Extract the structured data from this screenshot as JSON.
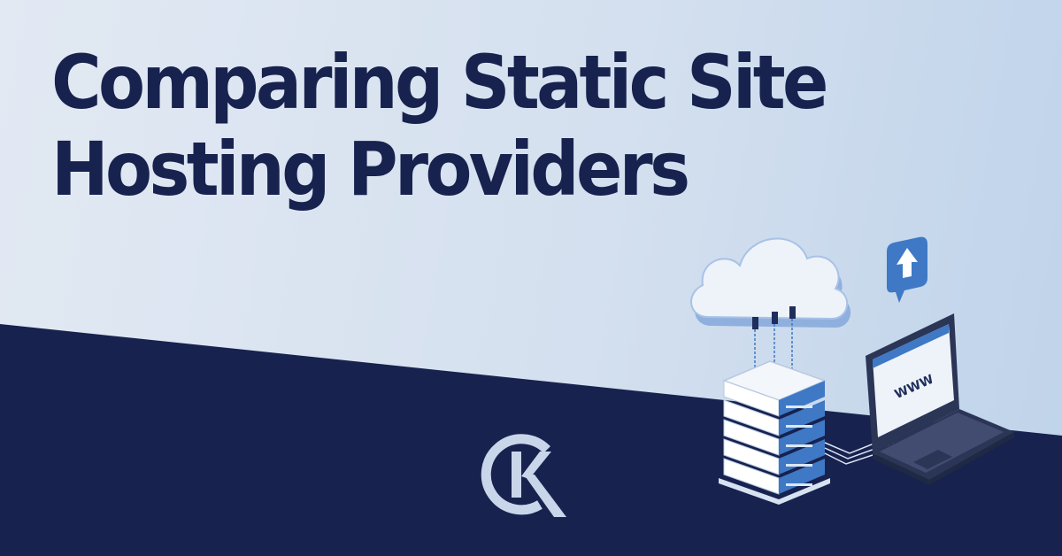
{
  "headline": {
    "line1": "Comparing Static Site",
    "line2": "Hosting Providers"
  },
  "illustration": {
    "laptop_screen_text": "WWW",
    "upload_badge_icon": "arrow-up-icon",
    "cloud_icon": "cloud-icon",
    "server_icon": "server-rack-icon"
  },
  "brand": {
    "logo_icon": "k-logo-icon"
  },
  "colors": {
    "navy": "#17224f",
    "background_light": "#dfe8f3",
    "accent_blue": "#3f78c5",
    "logo_tint": "#c9d6ea"
  }
}
